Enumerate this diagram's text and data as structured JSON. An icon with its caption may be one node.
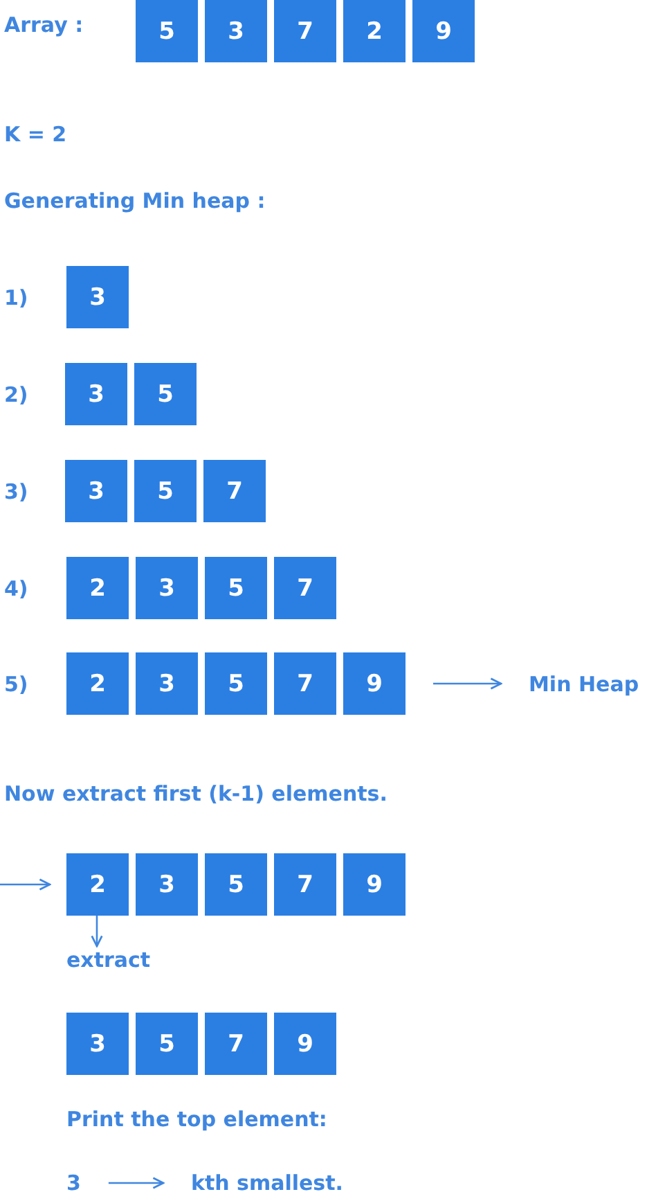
{
  "diagram": {
    "nodes": [
      {
        "text": [
          "5"
        ]
      },
      {
        "text": [
          "3"
        ]
      },
      {
        "text": [
          "7"
        ]
      },
      {
        "text": [
          "2"
        ]
      },
      {
        "text": [
          "9"
        ]
      },
      {
        "text": [
          "3"
        ]
      },
      {
        "text": [
          "3"
        ]
      },
      {
        "text": [
          "5"
        ]
      },
      {
        "text": [
          "3"
        ]
      },
      {
        "text": [
          "5"
        ]
      },
      {
        "text": [
          "7"
        ]
      },
      {
        "text": [
          "2"
        ]
      },
      {
        "text": [
          "3"
        ]
      },
      {
        "text": [
          "5"
        ]
      },
      {
        "text": [
          "7"
        ]
      },
      {
        "text": [
          "2"
        ]
      },
      {
        "text": [
          "3"
        ]
      },
      {
        "text": [
          "5"
        ]
      },
      {
        "text": [
          "7"
        ]
      },
      {
        "text": [
          "9"
        ]
      },
      {
        "text": [
          "Min Heap"
        ]
      },
      {
        "text": [
          "2"
        ]
      },
      {
        "text": [
          "3"
        ]
      },
      {
        "text": [
          "5"
        ]
      },
      {
        "text": [
          "7"
        ]
      },
      {
        "text": [
          "9"
        ]
      },
      {
        "text": [
          "extract"
        ]
      },
      {
        "text": [
          "3"
        ]
      },
      {
        "text": [
          "5"
        ]
      },
      {
        "text": [
          "7"
        ]
      },
      {
        "text": [
          "9"
        ]
      },
      {
        "text": [
          "3"
        ]
      },
      {
        "text": [
          "kth smallest."
        ]
      }
    ],
    "edges": [
      {
        "from": 19,
        "to": 20,
        "arrow": "to"
      },
      {
        "from": null,
        "to": 21,
        "arrow": "to"
      },
      {
        "from": 21,
        "to": 26,
        "arrow": "to"
      },
      {
        "from": 31,
        "to": 32,
        "arrow": "to"
      }
    ],
    "labels": [
      "Array :",
      "K = 2",
      "Generating Min heap :",
      "1)",
      "2)",
      "3)",
      "4)",
      "5)",
      "Now extract first (k-1) elements.",
      "Print the top element:"
    ]
  }
}
